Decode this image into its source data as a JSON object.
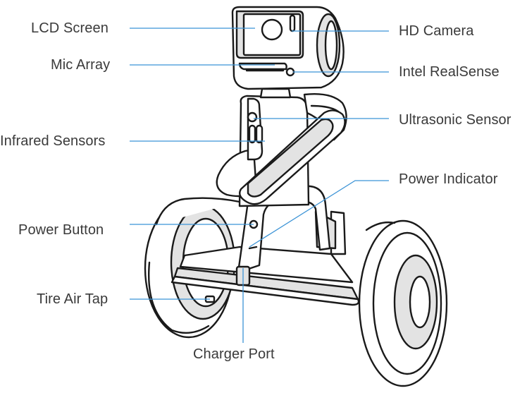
{
  "labels": {
    "lcd_screen": "LCD Screen",
    "mic_array": "Mic Array",
    "infrared_sensors": "Infrared Sensors",
    "power_button": "Power Button",
    "tire_air_tap": "Tire Air Tap",
    "charger_port": "Charger Port",
    "hd_camera": "HD Camera",
    "intel_realsense": "Intel RealSense",
    "ultrasonic_sensor": "Ultrasonic Sensor",
    "power_indicator": "Power Indicator"
  },
  "colors": {
    "leader_line": "#3b93d6",
    "outline": "#1a1a1a",
    "shade": "#e3e3e3",
    "text": "#3a3a3a"
  }
}
